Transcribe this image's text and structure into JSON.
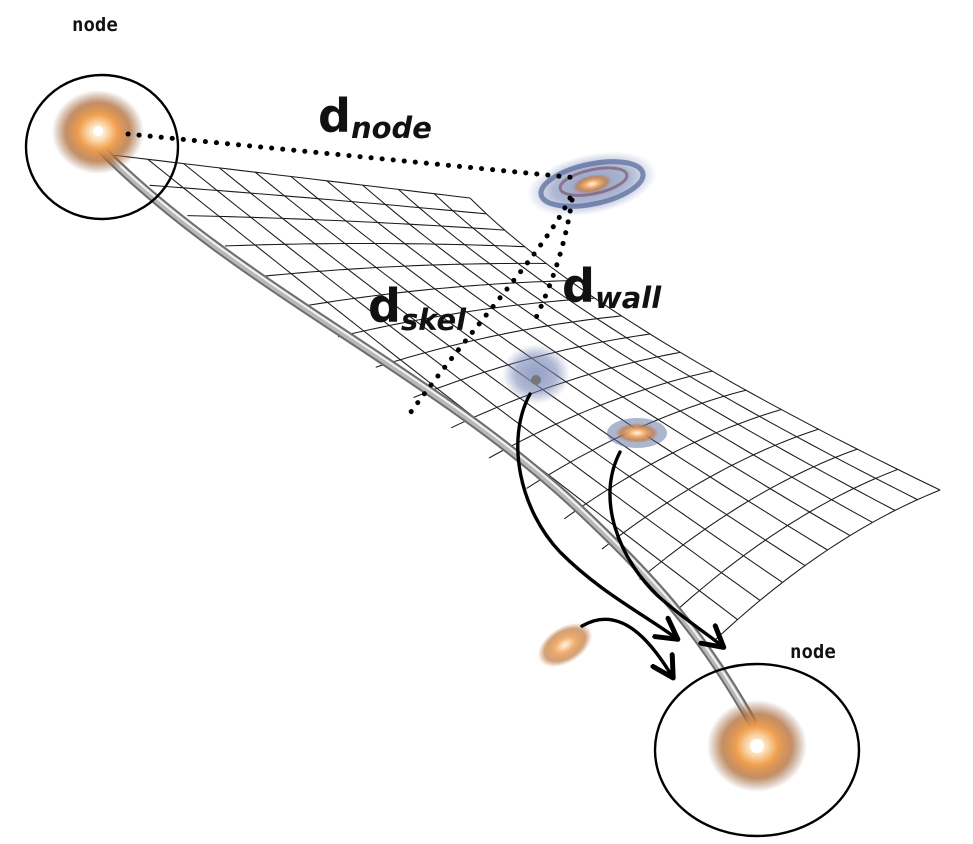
{
  "labels": {
    "node_top": "node",
    "node_bottom": "node",
    "d_node": {
      "main": "d",
      "sub": "node"
    },
    "d_skel": {
      "main": "d",
      "sub": "skel"
    },
    "d_wall": {
      "main": "d",
      "sub": "wall"
    }
  },
  "colors": {
    "filament": "#8e8e8e",
    "grid": "#1a1a1a",
    "node_core": "#f3a35a",
    "spiral_blue": "#6a7aa8"
  },
  "icons": [
    "node-galaxy-icon",
    "spiral-galaxy-icon",
    "elliptical-galaxy-icon",
    "infall-arrow-icon"
  ]
}
